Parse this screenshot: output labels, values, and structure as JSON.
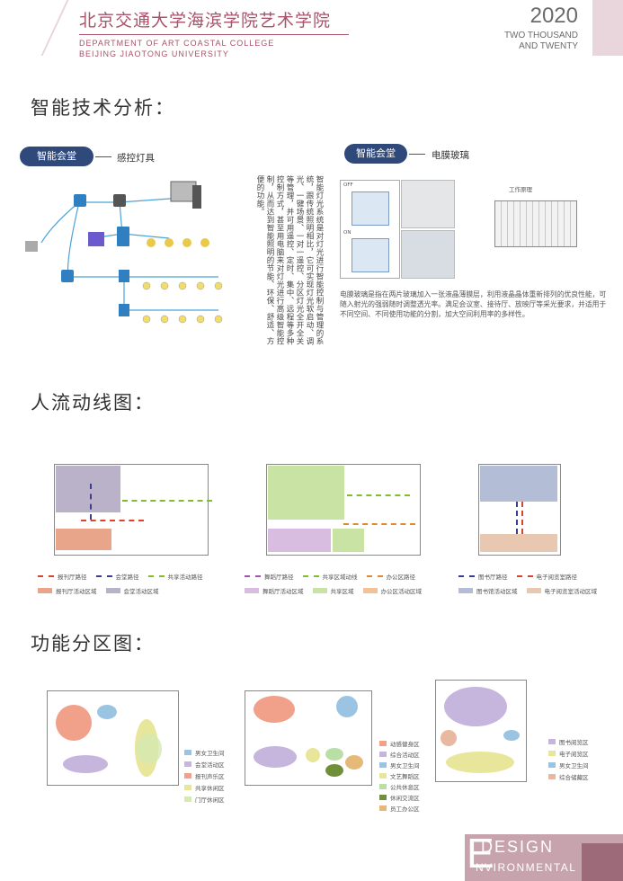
{
  "header": {
    "school_cn": "北京交通大学海滨学院艺术学院",
    "dept_en": "DEPARTMENT OF ART COASTAL COLLEGE",
    "univ_en": "BEIJING JIAOTONG UNIVERSITY",
    "year": "2020",
    "year_words_1": "TWO THOUSAND",
    "year_words_2": "AND TWENTY"
  },
  "sections": {
    "tech": "智能技术分析：",
    "flow": "人流动线图：",
    "zone": "功能分区图："
  },
  "tech": {
    "left": {
      "pill": "智能会堂",
      "label": "感控灯具",
      "vertical_text": "智能灯光系统是对灯光进行智能控制与管理的系统，跟传统照明相比，它可实现灯光软启动、调光、一键场景、一对一遥控、分区灯光全开全关等管理，并可用遥控、定时、集中、远程等多种控制方式，甚至用电脑来对灯光进行高级智能控制，从而达到智能照明的节能、环保、舒适、方便的功能。"
    },
    "right": {
      "pill": "智能会堂",
      "label": "电膜玻璃",
      "diagram_title": "工作原理",
      "state_off": "OFF",
      "state_on": "ON",
      "paragraph": "电膜玻璃是指在两片玻璃加入一张液晶薄膜层，利用液晶晶体重新排列的优良性能，可随入射光的强弱随时调整透光率。满足会议室、接待厅、放映厅等采光要求，并适用于不同空间、不同使用功能的分割，加大空间利用率的多样性。"
    }
  },
  "flow": {
    "legend1": [
      {
        "type": "line",
        "color": "#d9442b",
        "label": "报刊厅路径"
      },
      {
        "type": "line",
        "color": "#3b3f8f",
        "label": "会堂路径"
      },
      {
        "type": "line",
        "color": "#7fbf2e",
        "label": "共享活动路径"
      },
      {
        "type": "area",
        "color": "#e8a58a",
        "label": "报刊厅活动区域"
      },
      {
        "type": "area",
        "color": "#b9b2c8",
        "label": "会堂活动区域"
      }
    ],
    "legend2": [
      {
        "type": "line",
        "color": "#a552b0",
        "label": "舞蹈厅路径"
      },
      {
        "type": "line",
        "color": "#7fbf2e",
        "label": "共享区域动线"
      },
      {
        "type": "line",
        "color": "#e08a2e",
        "label": "办公区路径"
      },
      {
        "type": "area",
        "color": "#d9bde0",
        "label": "舞蹈厅活动区域"
      },
      {
        "type": "area",
        "color": "#c9e3a5",
        "label": "共享区域"
      },
      {
        "type": "area",
        "color": "#f2c29a",
        "label": "办公区活动区域"
      }
    ],
    "legend3": [
      {
        "type": "line",
        "color": "#3b3f8f",
        "label": "图书厅路径"
      },
      {
        "type": "line",
        "color": "#d9442b",
        "label": "电子阅览室路径"
      },
      {
        "type": "area",
        "color": "#b4bdd6",
        "label": "图书馆活动区域"
      },
      {
        "type": "area",
        "color": "#e8c8b0",
        "label": "电子阅览室活动区域"
      }
    ]
  },
  "zone": {
    "legend1": [
      {
        "color": "#9bc4e3",
        "label": "男女卫生间"
      },
      {
        "color": "#c6b5dd",
        "label": "会堂活动区"
      },
      {
        "color": "#f1a08a",
        "label": "报刊声乐区"
      },
      {
        "color": "#e8e69a",
        "label": "共享休闲区"
      },
      {
        "color": "#d5e9b0",
        "label": "门厅休闲区"
      }
    ],
    "legend2": [
      {
        "color": "#f1a08a",
        "label": "动感健身区"
      },
      {
        "color": "#c6b5dd",
        "label": "综合活动区"
      },
      {
        "color": "#9bc4e3",
        "label": "男女卫生间"
      },
      {
        "color": "#e8e69a",
        "label": "文艺舞蹈区"
      },
      {
        "color": "#b9dfa6",
        "label": "公共休息区"
      },
      {
        "color": "#6f8f3a",
        "label": "休闲交流区"
      },
      {
        "color": "#e6b978",
        "label": "员工办公区"
      }
    ],
    "legend3": [
      {
        "color": "#c6b5dd",
        "label": "图书阅览区"
      },
      {
        "color": "#e8e69a",
        "label": "电子阅览区"
      },
      {
        "color": "#9bc4e3",
        "label": "男女卫生间"
      },
      {
        "color": "#e8b9a0",
        "label": "综合储藏区"
      }
    ]
  },
  "footer": {
    "e": "E",
    "design": "DESIGN",
    "environmental": "NVIRONMENTAL"
  }
}
